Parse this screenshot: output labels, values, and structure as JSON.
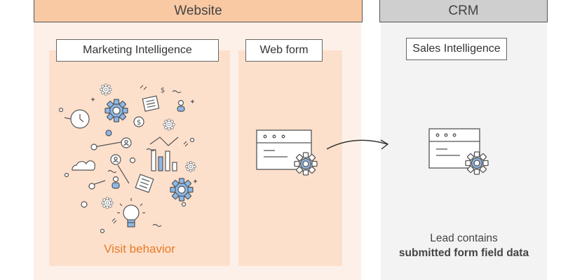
{
  "columns": {
    "website": {
      "title": "Website"
    },
    "crm": {
      "title": "CRM"
    }
  },
  "panels": {
    "marketing_intelligence": {
      "label": "Marketing Intelligence",
      "caption": "Visit behavior"
    },
    "web_form": {
      "label": "Web form"
    },
    "sales_intelligence": {
      "label": "Sales Intelligence",
      "caption_line1": "Lead contains",
      "caption_line2": "submitted form field data"
    }
  },
  "icons": {
    "form_icon": "form-with-gear-icon",
    "arrow": "curved-arrow-icon",
    "cluster": [
      "gear-icon",
      "clock-icon",
      "puzzle-icon",
      "user-icon",
      "dollar-coin-icon",
      "bar-chart-icon",
      "cloud-icon",
      "light-bulb-icon"
    ]
  },
  "colors": {
    "website_header": "#f9c9a4",
    "website_bg": "#fdf0e8",
    "panel_bg": "#fde0cc",
    "crm_header": "#cfcfcf",
    "crm_bg": "#f3f3f3",
    "accent_orange": "#e87a26",
    "accent_blue": "#8db8e8"
  }
}
